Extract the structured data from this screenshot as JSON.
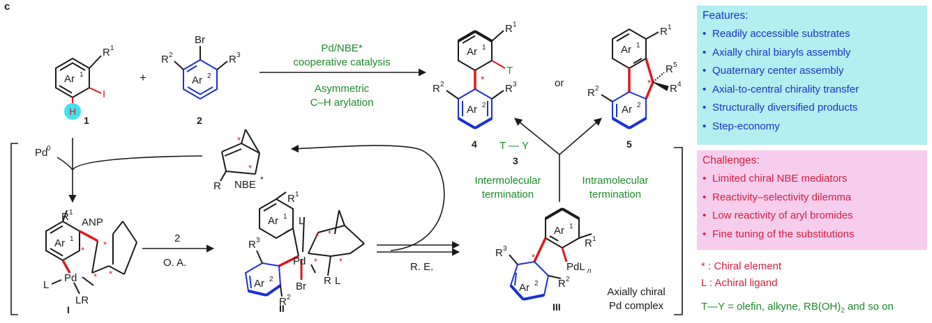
{
  "panel_label": "c",
  "colors": {
    "red": "#e0161e",
    "blue": "#1a2fd8",
    "green": "#1c8a2a",
    "black": "#1a1a1a",
    "cyan": "#3ee3f0",
    "features_bg": "#b3eef1",
    "challenges_bg": "#f7cdee"
  },
  "conditions": {
    "catalysis_line1": "Pd/NBE*",
    "catalysis_line2": "cooperative catalysis",
    "arylation_line1": "Asymmetric",
    "arylation_line2": "C–H arylation",
    "or": "or",
    "pd0": "Pd",
    "pd0_sup": "0",
    "reagent_2": "2",
    "oa": "O. A.",
    "re": "R. E.",
    "inter_line1": "Intermolecular",
    "inter_line2": "termination",
    "intra_line1": "Intramolecular",
    "intra_line2": "termination",
    "axially_line1": "Axially chiral",
    "axially_line2": "Pd complex"
  },
  "compounds": {
    "c1": "1",
    "c2": "2",
    "c3": "3",
    "c4": "4",
    "c5": "5",
    "int1": "I",
    "int2": "II",
    "int3": "III",
    "ty": "T — Y",
    "nbe": "NBE",
    "anp": "ANP",
    "plus": "+"
  },
  "atoms": {
    "ar": "Ar",
    "r": "R",
    "h": "H",
    "i": "I",
    "br": "Br",
    "t": "T",
    "pd": "Pd",
    "l": "L",
    "lr": "LR",
    "pdl": "PdL",
    "n": "n",
    "star": "*",
    "s1": "1",
    "s2": "2",
    "s3": "3",
    "s4": "4",
    "s5": "5"
  },
  "features": {
    "title": "Features:",
    "items": [
      "Readily accessible substrates",
      "Axially chiral biaryls assembly",
      "Quaternary center assembly",
      "Axial-to-central chirality transfer",
      "Structurally diversified products",
      "Step-economy"
    ]
  },
  "challenges": {
    "title": "Challenges:",
    "items": [
      "Limited chiral NBE mediators",
      "Reactivity–selectivity dilemma",
      "Low reactivity of aryl bromides",
      "Fine tuning of the substitutions"
    ]
  },
  "legend": {
    "chiral_element": "* : Chiral element",
    "achiral_ligand": "L : Achiral ligand",
    "ty_def": "T—Y = olefin, alkyne, RB(OH)",
    "ty_def_sub": "2",
    "ty_def_end": " and so on"
  }
}
